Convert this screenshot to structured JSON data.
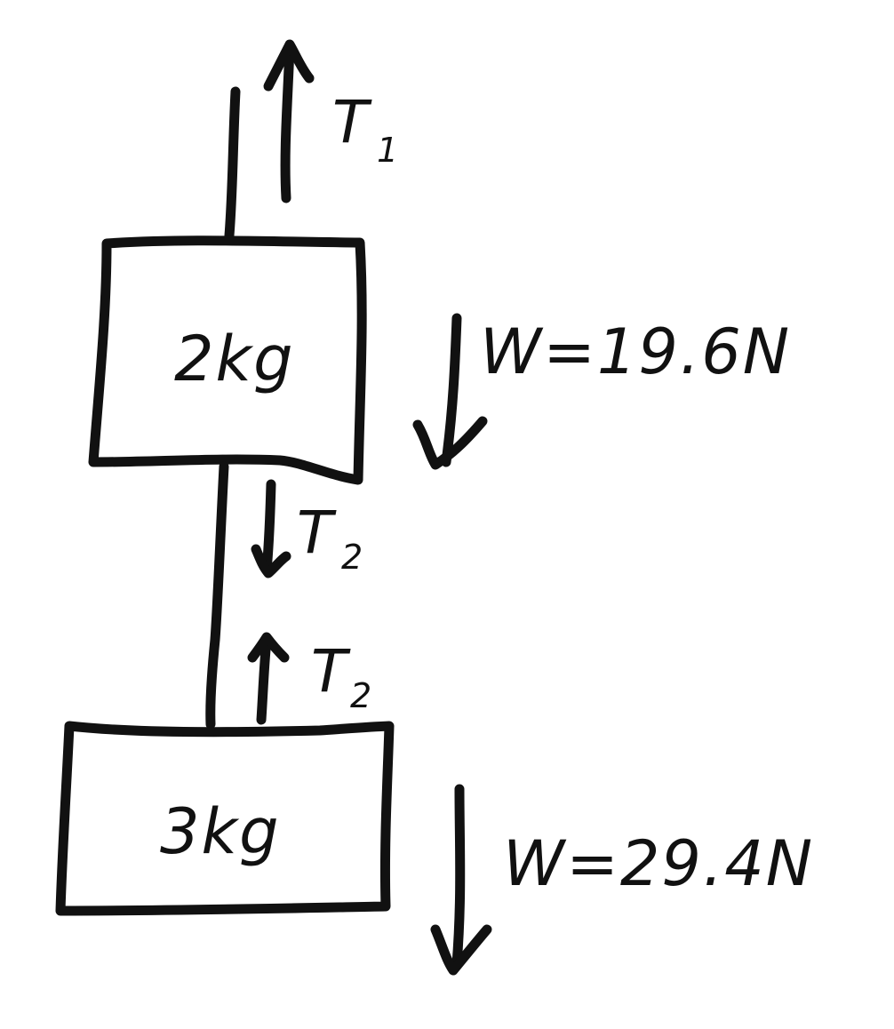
{
  "colors": {
    "ink": "#111111",
    "background": "#ffffff"
  },
  "upper_block": {
    "mass_label": "2kg",
    "weight_label": "W=19.6N"
  },
  "lower_block": {
    "mass_label": "3kg",
    "weight_label": "W=29.4N"
  },
  "tensions": {
    "t1_symbol": "T",
    "t1_subscript": "1",
    "t2_down_symbol": "T",
    "t2_down_subscript": "2",
    "t2_up_symbol": "T",
    "t2_up_subscript": "2"
  }
}
